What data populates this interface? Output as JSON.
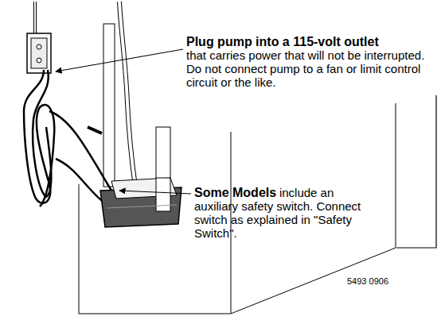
{
  "diagram": {
    "labels": [
      "Plug pump into a 115-volt outlet",
      "that carries power that will not be interrupted. Do not connect pump to a fan or limit control circuit or the like.",
      "Some Models",
      "include an auxiliary safety switch. Connect switch as explained in \"Safety Switch\".",
      "5493 0906"
    ]
  }
}
